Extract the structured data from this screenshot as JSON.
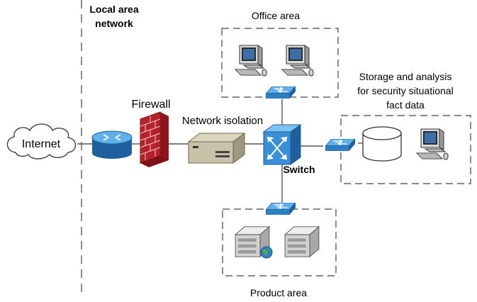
{
  "labels": {
    "lan_line1": "Local area",
    "lan_line2": "network",
    "office": "Office area",
    "storage_line1": "Storage and analysis",
    "storage_line2": "for security situational",
    "storage_line3": "fact data",
    "firewall": "Firewall",
    "isolation": "Network isolation",
    "internet": "Internet",
    "switch": "Switch",
    "product": "Product area"
  },
  "colors": {
    "switch_blue": "#3a8fd6",
    "switch_dark": "#1f5f9e",
    "router_blue": "#2c7fc0",
    "firewall_red": "#b5222a",
    "firewall_dark": "#7d1015",
    "isolation_body": "#c9c2a8",
    "line": "#555555",
    "dash": "#444444"
  },
  "icons": {
    "router": "router-icon",
    "firewall": "firewall-icon",
    "isolation": "network-isolation-device-icon",
    "core_switch": "core-switch-icon",
    "edge_switch": "edge-switch-icon",
    "workstation": "workstation-icon",
    "database": "database-icon",
    "server": "server-icon",
    "globe": "globe-icon",
    "cloud": "internet-cloud-icon"
  }
}
